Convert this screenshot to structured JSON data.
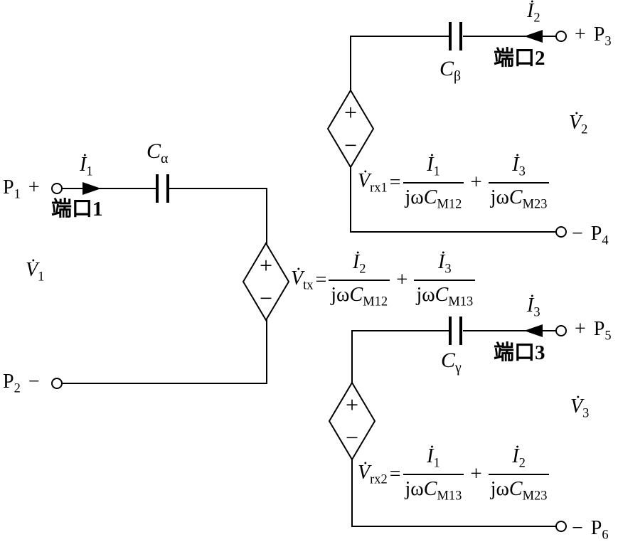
{
  "colors": {
    "line": "#000000",
    "background": "#ffffff"
  },
  "port1": {
    "terminal_pos": {
      "letter": "P",
      "sub": "1",
      "sign": "+"
    },
    "terminal_neg": {
      "letter": "P",
      "sub": "2",
      "sign": "−"
    },
    "name": "端口1",
    "current": {
      "base": "İ",
      "sub": "1"
    },
    "voltage": {
      "base": "V̇",
      "sub": "1"
    },
    "capacitor": {
      "base": "C",
      "sub": "α"
    }
  },
  "port2": {
    "terminal_pos": {
      "sign": "+",
      "letter": "P",
      "sub": "3"
    },
    "terminal_neg": {
      "sign": "−",
      "letter": "P",
      "sub": "4"
    },
    "name": "端口2",
    "current": {
      "base": "İ",
      "sub": "2"
    },
    "voltage": {
      "base": "V̇",
      "sub": "2"
    },
    "capacitor": {
      "base": "C",
      "sub": "β"
    }
  },
  "port3": {
    "terminal_pos": {
      "sign": "+",
      "letter": "P",
      "sub": "5"
    },
    "terminal_neg": {
      "sign": "−",
      "letter": "P",
      "sub": "6"
    },
    "name": "端口3",
    "current": {
      "base": "İ",
      "sub": "3"
    },
    "voltage": {
      "base": "V̇",
      "sub": "3"
    },
    "capacitor": {
      "base": "C",
      "sub": "γ"
    }
  },
  "source_tx": {
    "plus": "+",
    "minus": "−",
    "lhs": {
      "base": "V̇",
      "sub": "tx"
    },
    "equals": "=",
    "term1": {
      "num_base": "İ",
      "num_sub": "2",
      "den_pre": "jω",
      "den_base": "C",
      "den_sub": "M12"
    },
    "op": "+",
    "term2": {
      "num_base": "İ",
      "num_sub": "3",
      "den_pre": "jω",
      "den_base": "C",
      "den_sub": "M13"
    }
  },
  "source_rx1": {
    "plus": "+",
    "minus": "−",
    "lhs": {
      "base": "V̇",
      "sub": "rx1"
    },
    "equals": "=",
    "term1": {
      "num_base": "İ",
      "num_sub": "1",
      "den_pre": "jω",
      "den_base": "C",
      "den_sub": "M12"
    },
    "op": "+",
    "term2": {
      "num_base": "İ",
      "num_sub": "3",
      "den_pre": "jω",
      "den_base": "C",
      "den_sub": "M23"
    }
  },
  "source_rx2": {
    "plus": "+",
    "minus": "−",
    "lhs": {
      "base": "V̇",
      "sub": "rx2"
    },
    "equals": "=",
    "term1": {
      "num_base": "İ",
      "num_sub": "1",
      "den_pre": "jω",
      "den_base": "C",
      "den_sub": "M13"
    },
    "op": "+",
    "term2": {
      "num_base": "İ",
      "num_sub": "2",
      "den_pre": "jω",
      "den_base": "C",
      "den_sub": "M23"
    }
  }
}
